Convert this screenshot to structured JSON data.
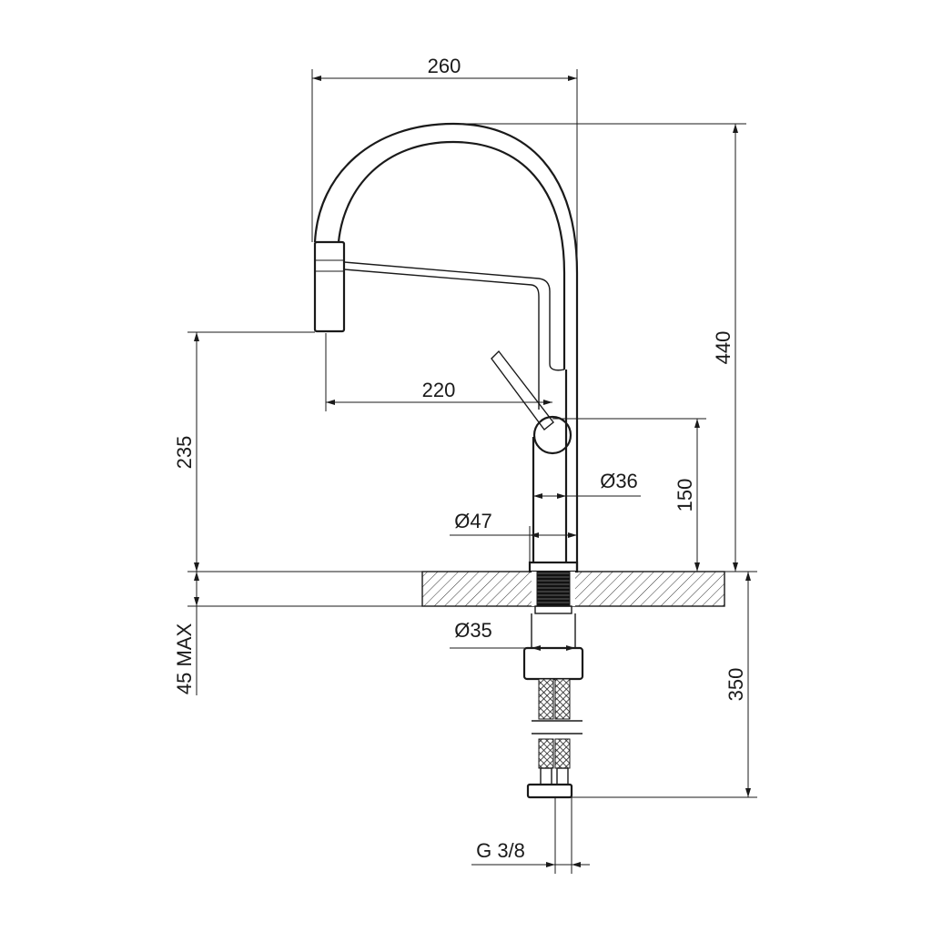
{
  "dimensions": {
    "total_width": "260",
    "spout_reach": "220",
    "spout_height": "235",
    "total_height": "440",
    "lever_height": "150",
    "body_diameter": "Ø36",
    "base_diameter": "Ø47",
    "shank_diameter": "Ø35",
    "max_deck_thickness": "45 MAX",
    "hose_length": "350",
    "connection_thread": "G 3/8"
  }
}
